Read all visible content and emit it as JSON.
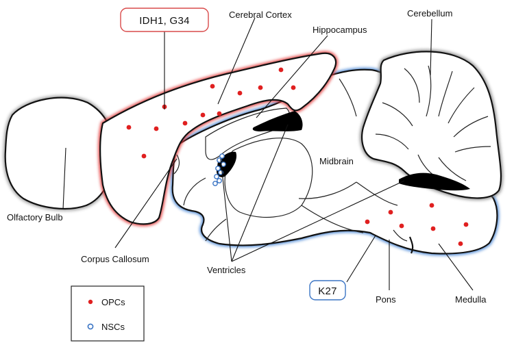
{
  "labels": {
    "cerebral_cortex": "Cerebral Cortex",
    "hippocampus": "Hippocampus",
    "cerebellum": "Cerebellum",
    "midbrain": "Midbrain",
    "olfactory_bulb": "Olfactory Bulb",
    "corpus_callosum": "Corpus Callosum",
    "ventricles": "Ventricles",
    "pons": "Pons",
    "medulla": "Medulla"
  },
  "boxes": {
    "forebrain_mutation": "IDH1, G34",
    "hindbrain_mutation": "K27"
  },
  "legend": {
    "opcs": "OPCs",
    "nscs": "NSCs"
  },
  "colors": {
    "opc_dot": "#e02020",
    "nsc_ring": "#3a74c4",
    "cortex_glow": "#e23a3a",
    "hindbrain_glow": "#3f7fd0",
    "olfactory_glow": "#777777"
  }
}
